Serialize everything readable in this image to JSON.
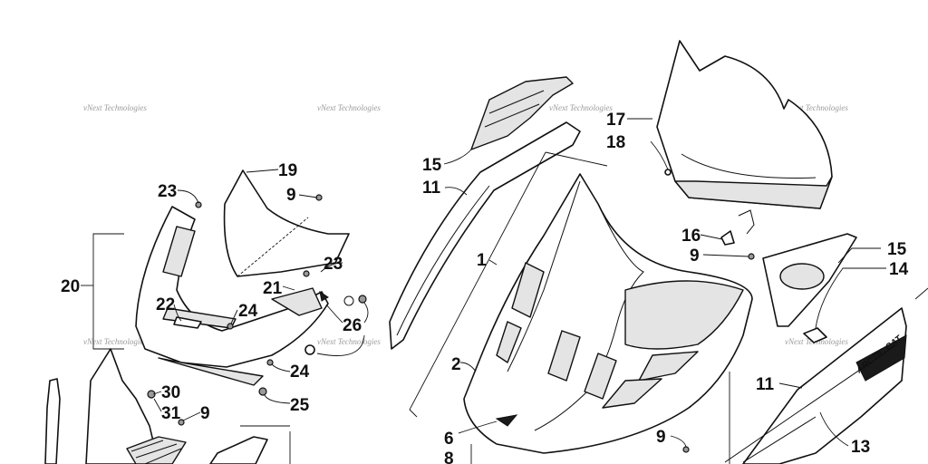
{
  "watermark": "vNext Technologies",
  "decal_text": "ARCTIC CAT",
  "callouts": {
    "c1": "1",
    "c2": "2",
    "c6": "6",
    "c8": "8",
    "c9a": "9",
    "c9b": "9",
    "c9c": "9",
    "c9d": "9",
    "c11a": "11",
    "c11b": "11",
    "c13": "13",
    "c14": "14",
    "c15a": "15",
    "c15b": "15",
    "c16": "16",
    "c17": "17",
    "c18": "18",
    "c19": "19",
    "c20": "20",
    "c21": "21",
    "c22": "22",
    "c23a": "23",
    "c23b": "23",
    "c24a": "24",
    "c24b": "24",
    "c25": "25",
    "c26": "26",
    "c30": "30",
    "c31": "31"
  }
}
